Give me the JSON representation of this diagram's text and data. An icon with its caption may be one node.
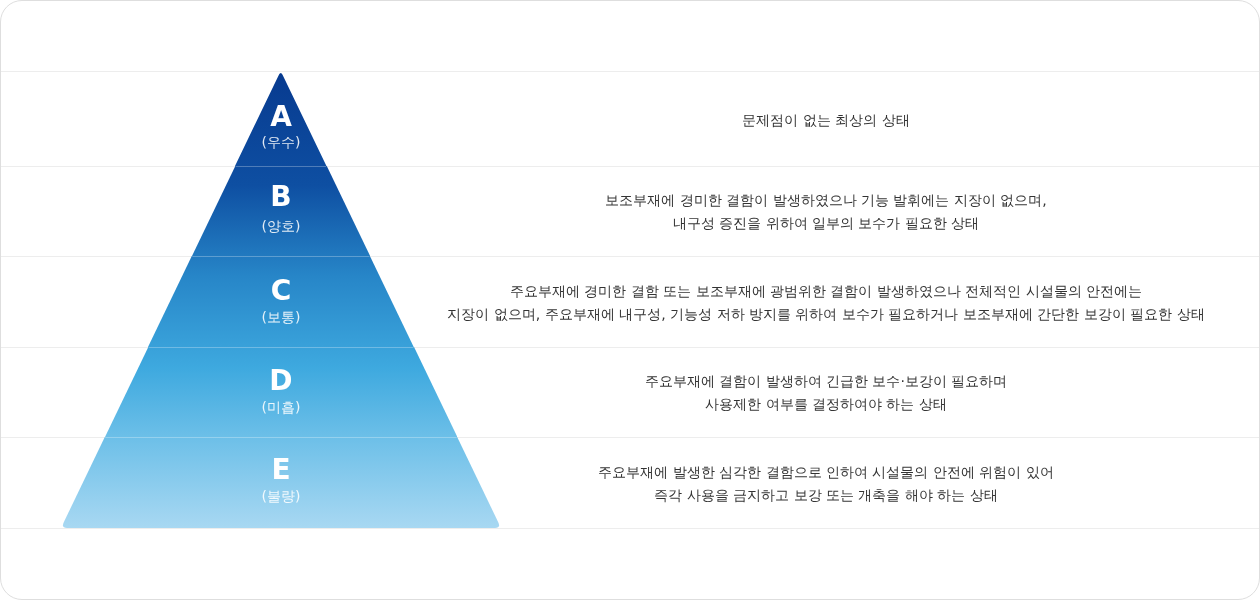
{
  "diagram": {
    "nodes": [
      {
        "text": [
          "A",
          "(우수)"
        ]
      },
      {
        "text": [
          "B",
          "(양호)"
        ]
      },
      {
        "text": [
          "C",
          "(보통)"
        ]
      },
      {
        "text": [
          "D",
          "(미흡)"
        ]
      },
      {
        "text": [
          "E",
          "(불량)"
        ]
      }
    ],
    "labels": [
      "문제점이 없는 최상의 상태",
      "보조부재에 경미한 결함이 발생하였으나 기능 발휘에는 지장이 없으며, 내구성 증진을 위하여 일부의 보수가 필요한 상태",
      "주요부재에 경미한 결함 또는 보조부재에 광범위한 결함이 발생하였으나 전체적인 시설물의 안전에는 지장이 없으며, 주요부재에 내구성, 기능성 저하 방지를 위하여 보수가 필요하거나 보조부재에 간단한 보강이 필요한 상태",
      "주요부재에 결함이 발생하여 긴급한 보수·보강이 필요하며 사용제한 여부를 결정하여야 하는 상태",
      "주요부재에 발생한 심각한 결함으로 인하여 시설물의 안전에 위험이 있어 즉각 사용을 금지하고 보강 또는 개축을 해야 하는 상태"
    ]
  }
}
